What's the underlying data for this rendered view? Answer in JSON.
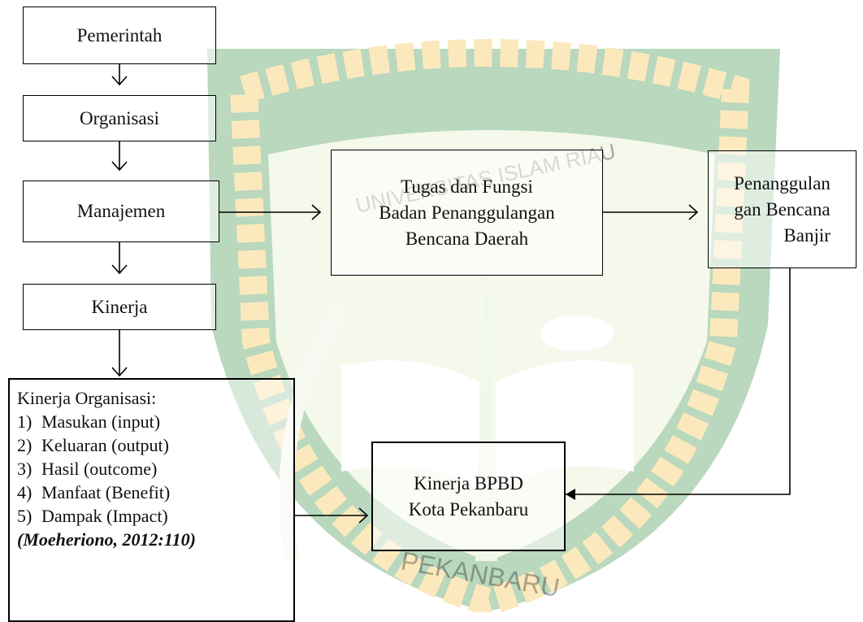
{
  "watermark": {
    "arc_text": "UNIVERSITAS ISLAM RIAU",
    "bottom_text": "PEKANBARU",
    "colors": {
      "green": "#2f8a3a",
      "gold": "#f4bf3a",
      "light": "#e8f1d8"
    }
  },
  "boxes": {
    "pemerintah": "Pemerintah",
    "organisasi": "Organisasi",
    "manajemen": "Manajemen",
    "kinerja": "Kinerja",
    "tugas": [
      "Tugas dan Fungsi",
      "Badan Penanggulangan",
      "Bencana Daerah"
    ],
    "penanggulangan": [
      "Penanggulan",
      "gan Bencana",
      "Banjir"
    ],
    "kinerja_bpbd": [
      "Kinerja BPBD",
      "Kota Pekanbaru"
    ]
  },
  "kinerja_organisasi": {
    "title": "Kinerja Organisasi:",
    "items": [
      {
        "num": "1)",
        "text": "Masukan (input)"
      },
      {
        "num": "2)",
        "text": "Keluaran (output)"
      },
      {
        "num": "3)",
        "text": "Hasil (outcome)"
      },
      {
        "num": "4)",
        "text": "Manfaat (Benefit)"
      },
      {
        "num": "5)",
        "text": "Dampak (Impact)"
      }
    ],
    "citation": "(Moeheriono, 2012:110)"
  }
}
